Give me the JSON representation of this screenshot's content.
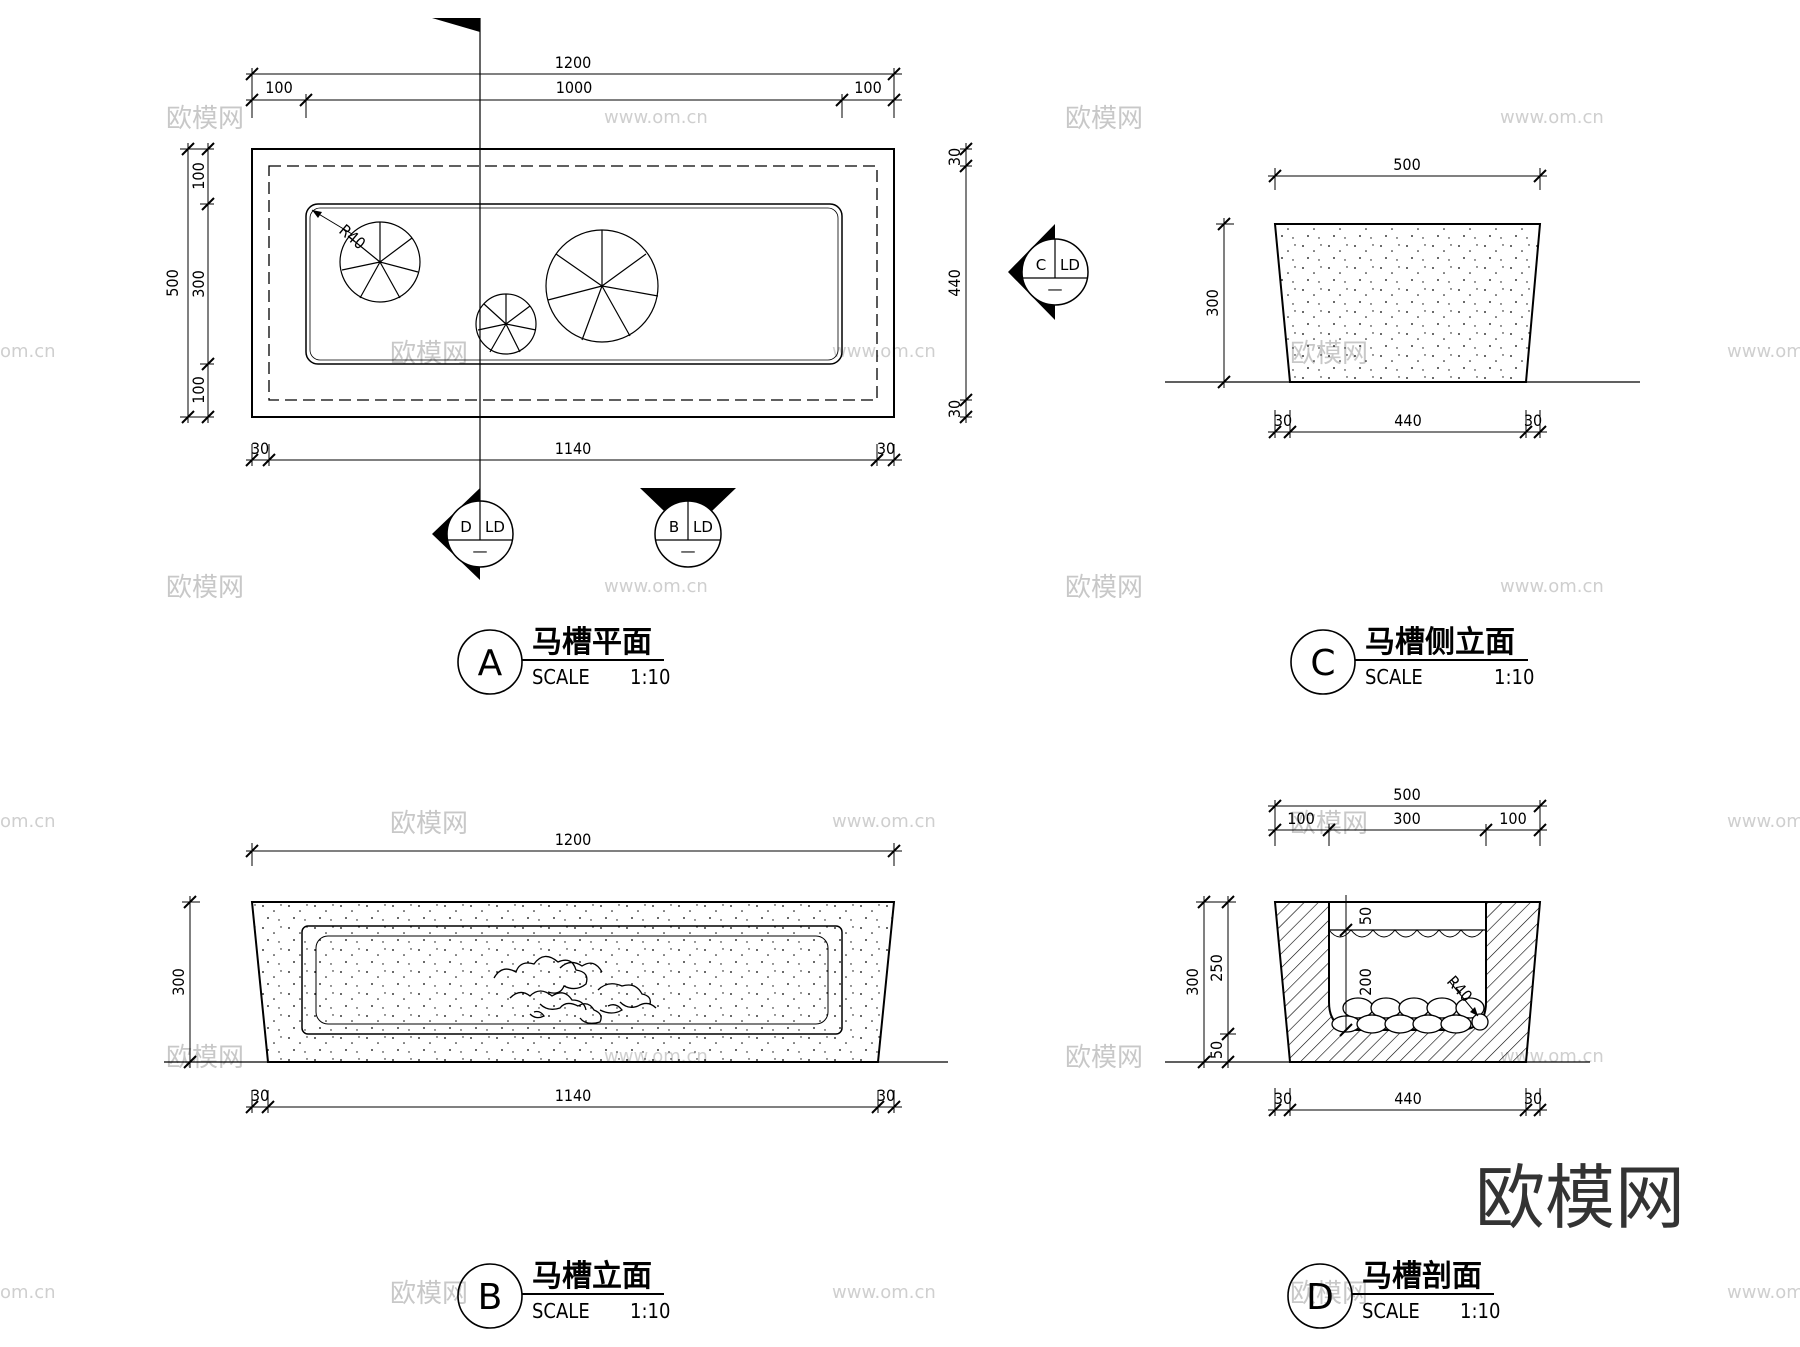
{
  "views": {
    "plan": {
      "letter": "A",
      "title": "马槽平面",
      "scale_label": "SCALE",
      "scale": "1:10",
      "dims": {
        "total": "1200",
        "left": "100",
        "mid": "1000",
        "right": "100",
        "h_total": "500",
        "h_top": "100",
        "h_mid": "300",
        "h_bot": "100",
        "r_top": "30",
        "r_mid": "440",
        "r_bot": "30",
        "b_left": "30",
        "b_mid": "1140",
        "b_right": "30",
        "radius": "R40"
      }
    },
    "elevation": {
      "letter": "B",
      "title": "马槽立面",
      "scale_label": "SCALE",
      "scale": "1:10",
      "dims": {
        "top": "1200",
        "height": "300",
        "b_left": "30",
        "b_mid": "1140",
        "b_right": "30"
      }
    },
    "side": {
      "letter": "C",
      "title": "马槽侧立面",
      "scale_label": "SCALE",
      "scale": "1:10",
      "dims": {
        "top": "500",
        "height": "300",
        "b_left": "30",
        "b_mid": "440",
        "b_right": "30"
      }
    },
    "section": {
      "letter": "D",
      "title": "马槽剖面",
      "scale_label": "SCALE",
      "scale": "1:10",
      "dims": {
        "total": "500",
        "left": "100",
        "mid": "300",
        "right": "100",
        "h_total": "300",
        "h_250": "250",
        "h_50b": "50",
        "h_50t": "50",
        "h_200": "200",
        "radius": "R40",
        "b_left": "30",
        "b_mid": "440",
        "b_right": "30"
      }
    }
  },
  "markers": {
    "d": {
      "letter": "D",
      "ref": "LD",
      "sub": "—"
    },
    "b": {
      "letter": "B",
      "ref": "LD",
      "sub": "—"
    },
    "c": {
      "letter": "C",
      "ref": "LD",
      "sub": "—"
    }
  },
  "watermark": {
    "cn": "欧模网",
    "url": "www.om.cn",
    "short": "om.cn"
  },
  "logo": "欧模网"
}
